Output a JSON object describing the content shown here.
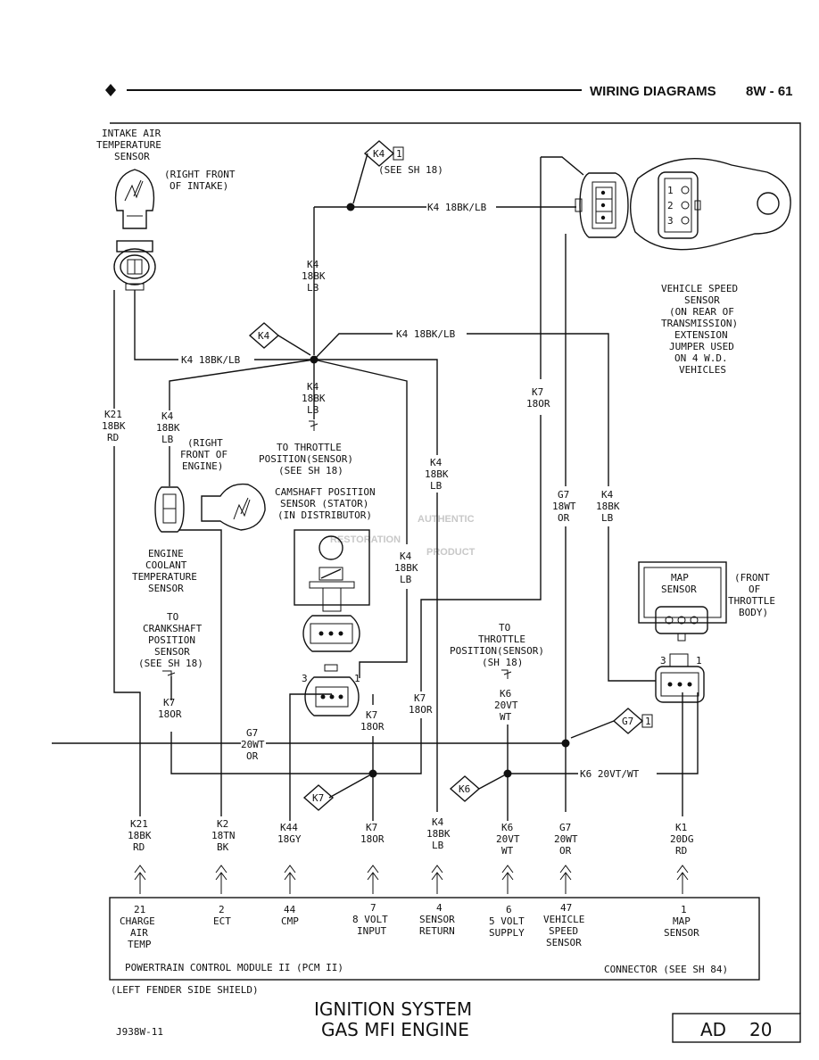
{
  "header": {
    "title": "WIRING DIAGRAMS",
    "page": "8W - 61"
  },
  "watermark": {
    "line1": "AUTHENTIC",
    "line2": "RESTORATION",
    "line3": "PRODUCT"
  },
  "sensors": {
    "iat": {
      "l1": "INTAKE AIR",
      "l2": "TEMPERATURE",
      "l3": "SENSOR",
      "loc1": "(RIGHT FRONT",
      "loc2": "OF INTAKE)"
    },
    "vss": {
      "l1": "VEHICLE SPEED",
      "l2": "SENSOR",
      "l3": "(ON REAR OF",
      "l4": "TRANSMISSION)",
      "l5": "EXTENSION",
      "l6": "JUMPER USED",
      "l7": "ON 4 W.D.",
      "l8": "VEHICLES",
      "pins": [
        "1",
        "2",
        "3"
      ]
    },
    "ect": {
      "loc1": "(RIGHT",
      "loc2": "FRONT OF",
      "loc3": "ENGINE)",
      "l1": "ENGINE",
      "l2": "COOLANT",
      "l3": "TEMPERATURE",
      "l4": "SENSOR"
    },
    "cmp": {
      "l1": "CAMSHAFT POSITION",
      "l2": "SENSOR (STATOR)",
      "l3": "(IN DISTRIBUTOR)",
      "pin3": "3",
      "pin1": "1"
    },
    "map": {
      "l1": "MAP",
      "l2": "SENSOR",
      "loc1": "(FRONT",
      "loc2": "OF",
      "loc3": "THROTTLE",
      "loc4": "BODY)",
      "pin3": "3",
      "pin1": "1"
    }
  },
  "refs": {
    "see18": "(SEE SH 18)",
    "tps_a": {
      "l1": "TO THROTTLE",
      "l2": "POSITION(SENSOR)",
      "l3": "(SEE SH 18)"
    },
    "ckp": {
      "l1": "TO",
      "l2": "CRANKSHAFT",
      "l3": "POSITION",
      "l4": "SENSOR",
      "l5": "(SEE SH 18)"
    },
    "tps_b": {
      "l1": "TO",
      "l2": "THROTTLE",
      "l3": "POSITION(SENSOR)",
      "l4": "(SH 18)"
    }
  },
  "flags": {
    "k4": "K4",
    "k7": "K7",
    "k6": "K6",
    "g7": "G7",
    "one": "1"
  },
  "wires": {
    "k4_inline": "K4 18BK/LB",
    "k6_inline": "K6 20VT/WT",
    "k4": "K4",
    "gauge_18bk": "18BK",
    "lb": "LB",
    "k21": "K21",
    "rd": "RD",
    "k7": "K7",
    "gauge_18or": "18OR",
    "g7": "G7",
    "gauge_18wt": "18WT",
    "or": "OR",
    "gauge_20wt": "20WT",
    "k6": "K6",
    "gauge_20vt": "20VT",
    "wt": "WT",
    "k2": "K2",
    "gauge_18tn": "18TN",
    "bk": "BK",
    "k44": "K44",
    "gauge_18gy": "18GY",
    "k1": "K1",
    "gauge_20dg": "20DG"
  },
  "pcm": {
    "name": "POWERTRAIN CONTROL MODULE II (PCM II)",
    "connector": "CONNECTOR (SEE SH 84)",
    "location": "(LEFT FENDER SIDE SHIELD)",
    "pins": [
      {
        "num": "21",
        "l1": "CHARGE",
        "l2": "AIR",
        "l3": "TEMP"
      },
      {
        "num": "2",
        "l1": "ECT",
        "l2": "",
        "l3": ""
      },
      {
        "num": "44",
        "l1": "CMP",
        "l2": "",
        "l3": ""
      },
      {
        "num": "7",
        "l1": "8 VOLT",
        "l2": "INPUT",
        "l3": ""
      },
      {
        "num": "4",
        "l1": "SENSOR",
        "l2": "RETURN",
        "l3": ""
      },
      {
        "num": "6",
        "l1": "5 VOLT",
        "l2": "SUPPLY",
        "l3": ""
      },
      {
        "num": "47",
        "l1": "VEHICLE",
        "l2": "SPEED",
        "l3": "SENSOR"
      },
      {
        "num": "1",
        "l1": "MAP",
        "l2": "SENSOR",
        "l3": ""
      }
    ]
  },
  "footer": {
    "title1": "IGNITION SYSTEM",
    "title2": "GAS MFI ENGINE",
    "doc": "J938W-11",
    "code": "AD",
    "sheet": "20"
  }
}
